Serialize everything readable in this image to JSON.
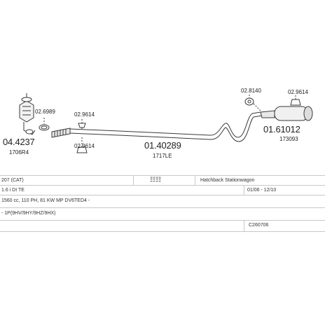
{
  "parts": {
    "cat": {
      "number": "04.4237",
      "code": "1706R4"
    },
    "clamp1": {
      "number": "02.6989"
    },
    "mount1_top": {
      "number": "02.9614"
    },
    "mount1_bottom": {
      "number": "02.9614"
    },
    "middle_pipe": {
      "number": "01.40289",
      "code": "1717LE"
    },
    "bracket": {
      "number": "02.8140"
    },
    "mount2": {
      "number": "02.9614"
    },
    "rear_silencer": {
      "number": "01.61012",
      "code": "173093"
    }
  },
  "vehicle": {
    "model": "207 (CAT)",
    "body": "Hatchback Stationwagon",
    "engine_name": "1.6 i DI TE",
    "dates": "01/06 - 12/10",
    "engine_spec": "1560 cc, 110 PH, 81 KW MP DV6TED4 -",
    "engine_codes": "- 1P(9HV/9HY/9HZ/9HX)",
    "catalog_number": "C260706"
  },
  "colors": {
    "line": "#3a3a3a",
    "grid": "#c8c8c8"
  }
}
